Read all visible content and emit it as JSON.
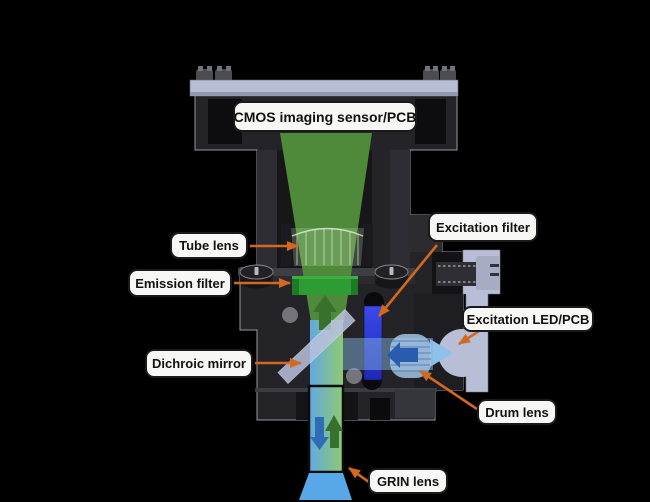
{
  "labels": {
    "cmos": "CMOS imaging sensor/PCB",
    "tube_lens": "Tube lens",
    "emission_filter": "Emission filter",
    "dichroic_mirror": "Dichroic mirror",
    "excitation_filter": "Excitation filter",
    "excitation_led": "Excitation LED/PCB",
    "drum_lens": "Drum lens",
    "grin_lens": "GRIN lens"
  },
  "colors": {
    "background": "#000000",
    "callout_arrow": "#D2691E",
    "label_bg": "#F7F7F5",
    "label_border": "#1A1A1A",
    "housing": "#232328",
    "pcb_plate": "#B7BED6",
    "emission_beam": "#4E8A3A",
    "emission_filter": "#2D9C33",
    "excitation_filter_top": "#3A49E8",
    "excitation_filter_bottom": "#1E28B8",
    "excitation_beam": "#82AFDC",
    "excitation_arrow_blue": "#2A5CAE",
    "dichroic_mirror": "#BAC1DE",
    "grin_gradient_blue": "#64AADC",
    "grin_gradient_green": "#8CC878",
    "objective_cone": "#58A8E8",
    "beam_arrow_green": "#36722E",
    "beam_arrow_blue": "#2E6CB4"
  }
}
